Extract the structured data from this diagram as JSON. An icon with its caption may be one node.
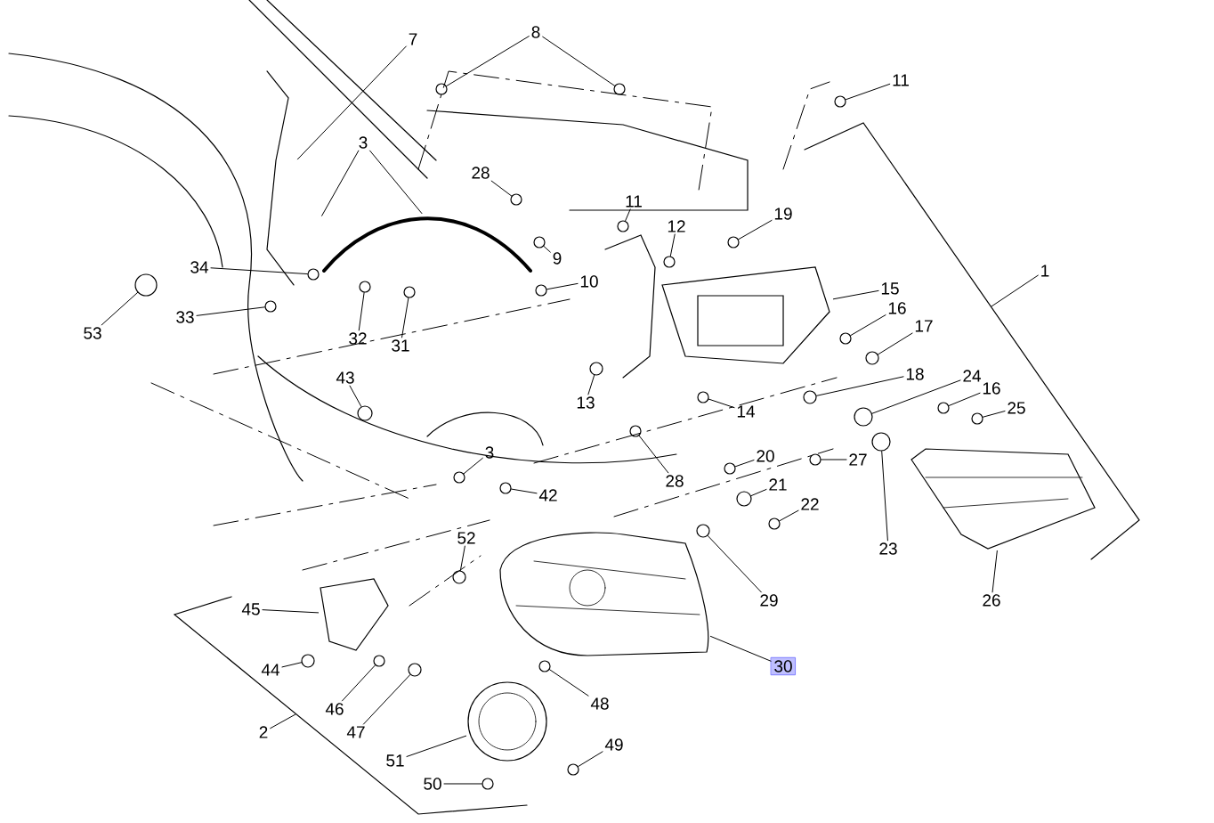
{
  "diagram": {
    "nodes": [
      {
        "text": [
          "7"
        ]
      },
      {
        "text": [
          "8"
        ]
      },
      {
        "text": [
          "11"
        ]
      },
      {
        "text": [
          "1"
        ]
      },
      {
        "text": [
          "3"
        ]
      },
      {
        "text": [
          "28"
        ]
      },
      {
        "text": [
          "11"
        ]
      },
      {
        "text": [
          "12"
        ]
      },
      {
        "text": [
          "19"
        ]
      },
      {
        "text": [
          "9"
        ]
      },
      {
        "text": [
          "10"
        ]
      },
      {
        "text": [
          "34"
        ]
      },
      {
        "text": [
          "53"
        ]
      },
      {
        "text": [
          "33"
        ]
      },
      {
        "text": [
          "32"
        ]
      },
      {
        "text": [
          "31"
        ]
      },
      {
        "text": [
          "15"
        ]
      },
      {
        "text": [
          "16"
        ]
      },
      {
        "text": [
          "17"
        ]
      },
      {
        "text": [
          "13"
        ]
      },
      {
        "text": [
          "43"
        ]
      },
      {
        "text": [
          "18"
        ]
      },
      {
        "text": [
          "24"
        ]
      },
      {
        "text": [
          "16"
        ]
      },
      {
        "text": [
          "25"
        ]
      },
      {
        "text": [
          "14"
        ]
      },
      {
        "text": [
          "3"
        ]
      },
      {
        "text": [
          "42"
        ]
      },
      {
        "text": [
          "20"
        ]
      },
      {
        "text": [
          "27"
        ]
      },
      {
        "text": [
          "28"
        ]
      },
      {
        "text": [
          "21"
        ]
      },
      {
        "text": [
          "22"
        ]
      },
      {
        "text": [
          "23"
        ]
      },
      {
        "text": [
          "26"
        ]
      },
      {
        "text": [
          "29"
        ]
      },
      {
        "text": [
          "52"
        ]
      },
      {
        "text": [
          "30"
        ]
      },
      {
        "text": [
          "45"
        ]
      },
      {
        "text": [
          "44"
        ]
      },
      {
        "text": [
          "46"
        ]
      },
      {
        "text": [
          "47"
        ]
      },
      {
        "text": [
          "48"
        ]
      },
      {
        "text": [
          "2"
        ]
      },
      {
        "text": [
          "51"
        ]
      },
      {
        "text": [
          "49"
        ]
      },
      {
        "text": [
          "50"
        ]
      },
      {
        "text": [],
        "shape": "picture"
      },
      {
        "text": [],
        "shape": "circle"
      },
      {
        "text": [],
        "shape": "circle"
      },
      {
        "text": [],
        "shape": "circle"
      },
      {
        "text": [],
        "shape": "picture"
      },
      {
        "text": [],
        "shape": "circle"
      },
      {
        "text": [],
        "shape": "circle"
      },
      {
        "text": [],
        "shape": "circle"
      },
      {
        "text": [],
        "shape": "circle"
      },
      {
        "text": [],
        "shape": "circle"
      },
      {
        "text": [],
        "shape": "circle"
      },
      {
        "text": [],
        "shape": "circle"
      },
      {
        "text": [],
        "shape": "circle"
      },
      {
        "text": [],
        "shape": "circle"
      },
      {
        "text": [],
        "shape": "circle"
      },
      {
        "text": [],
        "shape": "circle"
      },
      {
        "text": [],
        "shape": "picture"
      },
      {
        "text": [],
        "shape": "circle"
      },
      {
        "text": [],
        "shape": "circle"
      },
      {
        "text": [],
        "shape": "circle"
      },
      {
        "text": [],
        "shape": "circle"
      },
      {
        "text": [],
        "shape": "circle"
      },
      {
        "text": [],
        "shape": "circle"
      },
      {
        "text": [],
        "shape": "circle"
      },
      {
        "text": [],
        "shape": "circle"
      },
      {
        "text": [],
        "shape": "circle"
      },
      {
        "text": [],
        "shape": "circle"
      },
      {
        "text": [],
        "shape": "circle"
      },
      {
        "text": [],
        "shape": "circle"
      },
      {
        "text": [],
        "shape": "circle"
      },
      {
        "text": [],
        "shape": "circle"
      },
      {
        "text": [],
        "shape": "circle"
      },
      {
        "text": [],
        "shape": "circle"
      },
      {
        "text": [],
        "shape": "circle"
      },
      {
        "text": [],
        "shape": "picture"
      },
      {
        "text": [],
        "shape": "circle"
      },
      {
        "text": [],
        "shape": "circle"
      },
      {
        "text": [],
        "shape": "picture"
      },
      {
        "text": [],
        "shape": "picture"
      },
      {
        "text": [],
        "shape": "circle"
      },
      {
        "text": [],
        "shape": "circle"
      },
      {
        "text": [],
        "shape": "circle"
      },
      {
        "text": [],
        "shape": "circle"
      },
      {
        "text": [],
        "shape": "picture"
      },
      {
        "text": [],
        "shape": "circle"
      },
      {
        "text": [],
        "shape": "circle"
      }
    ],
    "edges": [
      {
        "from": 0,
        "to": 47,
        "arrow": "none"
      },
      {
        "from": 1,
        "to": 48,
        "arrow": "none"
      },
      {
        "from": 1,
        "to": 49,
        "arrow": "none"
      },
      {
        "from": 2,
        "to": 50,
        "arrow": "none"
      },
      {
        "from": 3,
        "to": null,
        "arrow": "none"
      },
      {
        "from": 4,
        "to": 51,
        "arrow": "none"
      },
      {
        "from": 4,
        "to": 51,
        "arrow": "none"
      },
      {
        "from": 5,
        "to": 52,
        "arrow": "none"
      },
      {
        "from": 6,
        "to": 53,
        "arrow": "none"
      },
      {
        "from": 7,
        "to": 54,
        "arrow": "none"
      },
      {
        "from": 8,
        "to": 55,
        "arrow": "none"
      },
      {
        "from": 9,
        "to": 56,
        "arrow": "none"
      },
      {
        "from": 10,
        "to": 57,
        "arrow": "none"
      },
      {
        "from": 11,
        "to": 58,
        "arrow": "none"
      },
      {
        "from": 12,
        "to": 59,
        "arrow": "none"
      },
      {
        "from": 13,
        "to": 60,
        "arrow": "none"
      },
      {
        "from": 14,
        "to": 61,
        "arrow": "none"
      },
      {
        "from": 15,
        "to": 62,
        "arrow": "none"
      },
      {
        "from": 16,
        "to": 63,
        "arrow": "none"
      },
      {
        "from": 17,
        "to": 64,
        "arrow": "none"
      },
      {
        "from": 18,
        "to": 65,
        "arrow": "none"
      },
      {
        "from": 19,
        "to": 66,
        "arrow": "none"
      },
      {
        "from": 20,
        "to": 67,
        "arrow": "none"
      },
      {
        "from": 21,
        "to": 68,
        "arrow": "none"
      },
      {
        "from": 22,
        "to": 69,
        "arrow": "none"
      },
      {
        "from": 23,
        "to": 70,
        "arrow": "none"
      },
      {
        "from": 24,
        "to": 71,
        "arrow": "none"
      },
      {
        "from": 25,
        "to": 72,
        "arrow": "none"
      },
      {
        "from": 26,
        "to": 73,
        "arrow": "none"
      },
      {
        "from": 27,
        "to": 74,
        "arrow": "none"
      },
      {
        "from": 28,
        "to": 75,
        "arrow": "none"
      },
      {
        "from": 29,
        "to": 76,
        "arrow": "none"
      },
      {
        "from": 30,
        "to": 77,
        "arrow": "none"
      },
      {
        "from": 31,
        "to": 78,
        "arrow": "none"
      },
      {
        "from": 32,
        "to": 79,
        "arrow": "none"
      },
      {
        "from": 33,
        "to": 80,
        "arrow": "none"
      },
      {
        "from": 34,
        "to": 81,
        "arrow": "none"
      },
      {
        "from": 35,
        "to": 82,
        "arrow": "none"
      },
      {
        "from": 36,
        "to": 83,
        "arrow": "none"
      },
      {
        "from": 37,
        "to": 84,
        "arrow": "none"
      },
      {
        "from": 38,
        "to": 85,
        "arrow": "none"
      },
      {
        "from": 39,
        "to": 86,
        "arrow": "none"
      },
      {
        "from": 40,
        "to": 87,
        "arrow": "none"
      },
      {
        "from": 41,
        "to": 88,
        "arrow": "none"
      },
      {
        "from": 42,
        "to": 89,
        "arrow": "none"
      },
      {
        "from": 43,
        "to": null,
        "arrow": "none"
      },
      {
        "from": 44,
        "to": 90,
        "arrow": "none"
      },
      {
        "from": 45,
        "to": 91,
        "arrow": "none"
      },
      {
        "from": 46,
        "to": 92,
        "arrow": "none"
      }
    ]
  }
}
